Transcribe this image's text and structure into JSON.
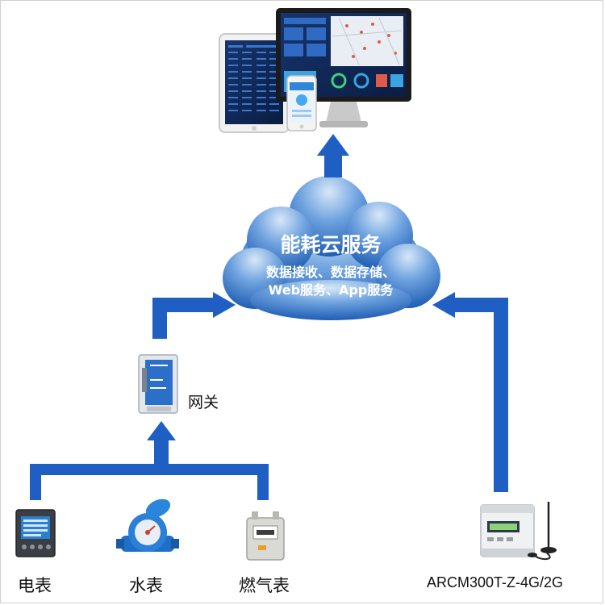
{
  "cloud": {
    "title": "能耗云服务",
    "line1": "数据接收、数据存储、",
    "line2": "Web服务、App服务"
  },
  "gateway": {
    "label": "网关"
  },
  "meters": [
    {
      "label": "电表"
    },
    {
      "label": "水表"
    },
    {
      "label": "燃气表"
    }
  ],
  "device": {
    "label": "ARCM300T-Z-4G/2G"
  },
  "colors": {
    "arrow": "#1f5fc4",
    "cloud_light": "#bcd6f2",
    "cloud_dark": "#1f62b8",
    "screen": "#102a5c"
  },
  "icons": [
    "tablet-icon",
    "monitor-icon",
    "phone-icon",
    "gateway-icon",
    "electric-meter-icon",
    "water-meter-icon",
    "gas-meter-icon",
    "4g-meter-icon",
    "antenna-icon"
  ]
}
